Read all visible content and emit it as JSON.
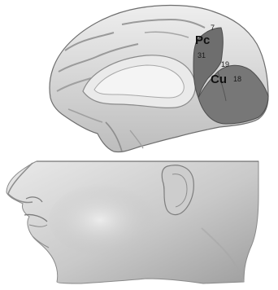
{
  "figure": {
    "regions": [
      {
        "abbrev": "Pc",
        "area": "31",
        "area_upper": "7"
      },
      {
        "abbrev": "Cu",
        "area": "18",
        "area_upper": "19"
      }
    ],
    "colors": {
      "highlight": "#6e6e6e",
      "brain_surface": "#d9d9d9",
      "head_surface": "#cfcfcf",
      "background": "#ffffff"
    }
  }
}
